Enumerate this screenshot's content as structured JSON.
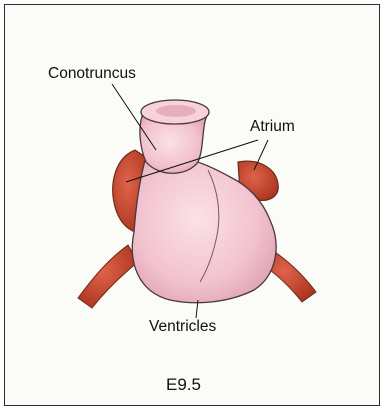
{
  "labels": {
    "conotruncus": "Conotruncus",
    "atrium": "Atrium",
    "ventricles": "Ventricles"
  },
  "stage": "E9.5",
  "colors": {
    "heart_tube": "#f4cbd6",
    "heart_outline": "#4a3640",
    "atrium": "#c8462c",
    "vessels": "#c14a2a",
    "leader_lines": "#111111",
    "border": "#2b2b2b"
  }
}
